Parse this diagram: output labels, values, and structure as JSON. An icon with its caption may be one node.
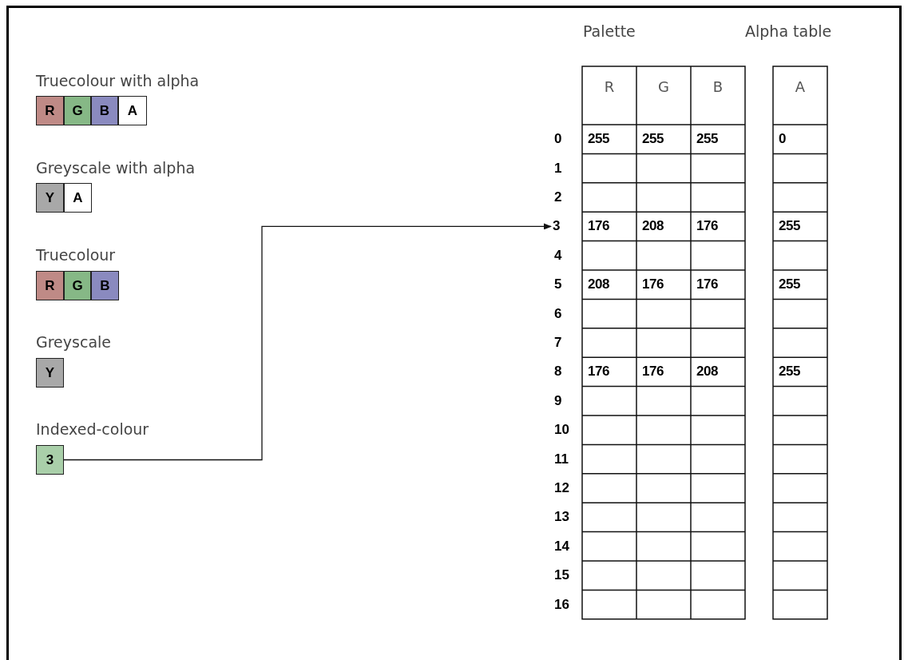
{
  "diagram": {
    "nodes": [
      {
        "text": [
          "R"
        ]
      },
      {
        "text": [
          "G"
        ]
      },
      {
        "text": [
          "B"
        ]
      },
      {
        "text": [
          "A"
        ]
      },
      {
        "text": [
          "Y"
        ]
      },
      {
        "text": [
          "A"
        ]
      },
      {
        "text": [
          "R"
        ]
      },
      {
        "text": [
          "G"
        ]
      },
      {
        "text": [
          "B"
        ]
      },
      {
        "text": [
          "Y"
        ]
      },
      {
        "text": [
          "3"
        ]
      },
      {
        "text": [
          "3"
        ]
      }
    ],
    "edges": [
      {
        "from": 10,
        "to": 11,
        "arrow": "to"
      }
    ],
    "labels": [
      "Palette",
      "Alpha table",
      "Truecolour with alpha",
      "Greyscale with alpha",
      "Truecolour",
      "Greyscale",
      "Indexed-colour",
      "R",
      "G",
      "B",
      "A",
      "0",
      "255",
      "255",
      "255",
      "0",
      "1",
      "2",
      "176",
      "208",
      "176",
      "255",
      "4",
      "5",
      "208",
      "176",
      "176",
      "255",
      "6",
      "7",
      "8",
      "176",
      "176",
      "208",
      "255",
      "9",
      "10",
      "11",
      "12",
      "13",
      "14",
      "15",
      "16"
    ]
  }
}
